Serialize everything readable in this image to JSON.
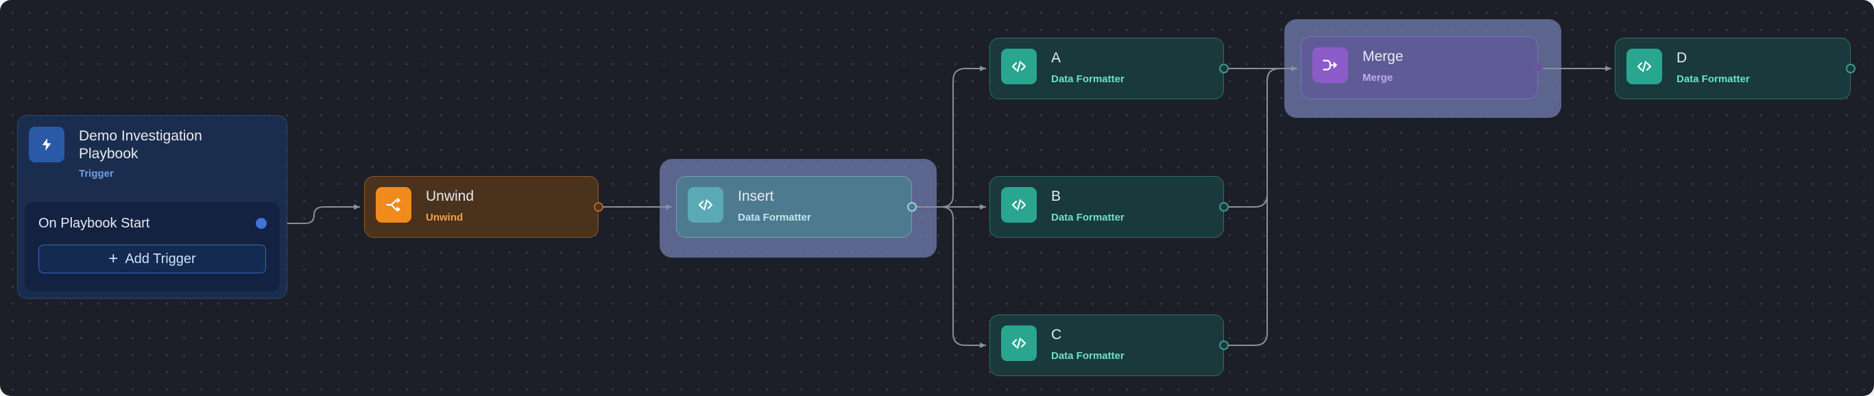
{
  "trigger": {
    "title": "Demo Investigation Playbook",
    "subtitle": "Trigger",
    "event_label": "On Playbook Start",
    "add_button_label": "Add Trigger",
    "icon": "bolt-icon"
  },
  "nodes": {
    "unwind": {
      "title": "Unwind",
      "subtitle": "Unwind",
      "icon": "unwind-icon",
      "color": "#f08a1c"
    },
    "insert": {
      "title": "Insert",
      "subtitle": "Data Formatter",
      "icon": "code-icon",
      "color": "#5aa9b4"
    },
    "a": {
      "title": "A",
      "subtitle": "Data Formatter",
      "icon": "code-icon",
      "color": "#2aa58f"
    },
    "b": {
      "title": "B",
      "subtitle": "Data Formatter",
      "icon": "code-icon",
      "color": "#2aa58f"
    },
    "c": {
      "title": "C",
      "subtitle": "Data Formatter",
      "icon": "code-icon",
      "color": "#2aa58f"
    },
    "merge": {
      "title": "Merge",
      "subtitle": "Merge",
      "icon": "merge-icon",
      "color": "#8b5cc8"
    },
    "d": {
      "title": "D",
      "subtitle": "Data Formatter",
      "icon": "code-icon",
      "color": "#2aa58f"
    }
  }
}
